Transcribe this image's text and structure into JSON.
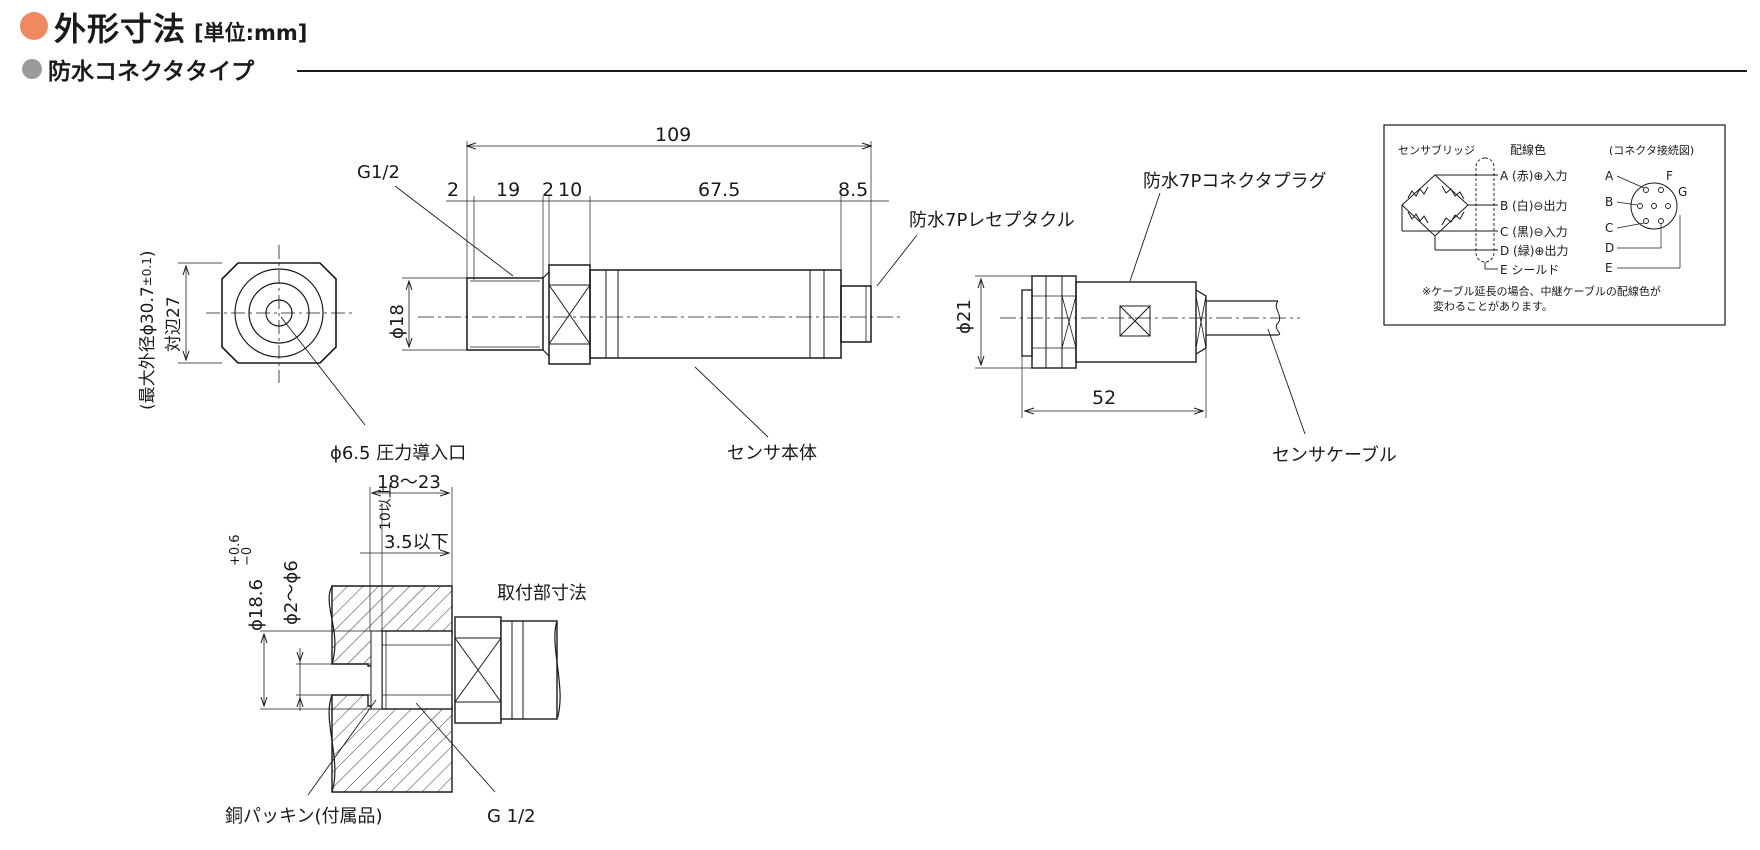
{
  "header": {
    "title": "外形寸法",
    "unit": "[単位:mm]",
    "subtitle": "防水コネクタタイプ"
  },
  "colors": {
    "accent": "#ee8a5e",
    "subdot": "#9b9b9b",
    "line": "#1a1a1a"
  },
  "main_view": {
    "overall": "109",
    "seg": [
      "2",
      "19",
      "2",
      "10",
      "67.5",
      "8.5"
    ],
    "g_thread": "G1/2",
    "receptacle": "防水7Pレセプタクル",
    "dia_body": "ϕ18",
    "body_label": "センサ本体"
  },
  "end_view": {
    "max_od": "(最大外径ϕ30.7",
    "max_od_tol": "±0.1",
    "max_od_close": ")",
    "across_flats": "対辺27",
    "port": "ϕ6.5 圧力導入口"
  },
  "plug_view": {
    "plug": "防水7Pコネクタプラグ",
    "dia": "ϕ21",
    "length": "52",
    "cable": "センサケーブル"
  },
  "mounting": {
    "title": "取付部寸法",
    "depth": "18～23",
    "depth_min": "10以上",
    "step": "3.5以下",
    "bore": "ϕ18.6",
    "bore_tol_plus": "+0.6",
    "bore_tol_minus": "−0",
    "hole": "ϕ2～ϕ6",
    "gasket": "銅パッキン(付属品)",
    "thread": "G 1/2"
  },
  "wiring": {
    "bridge": "センサブリッジ",
    "color_head": "配線色",
    "connector_head": "(コネクタ接続図)",
    "rows": [
      {
        "pin": "A",
        "label": "A (赤)⊕入力",
        "end": "A"
      },
      {
        "pin": "B",
        "label": "B (白)⊖出力",
        "end": "B"
      },
      {
        "pin": "C",
        "label": "C (黒)⊖入力",
        "end": "C"
      },
      {
        "pin": "D",
        "label": "D (緑)⊕出力",
        "end": "D"
      },
      {
        "pin": "E",
        "label": "E シールド",
        "end": "E"
      }
    ],
    "pin_f": "F",
    "pin_g": "G",
    "note1": "※ケーブル延長の場合、中継ケーブルの配線色が",
    "note2": "変わることがあります。"
  }
}
